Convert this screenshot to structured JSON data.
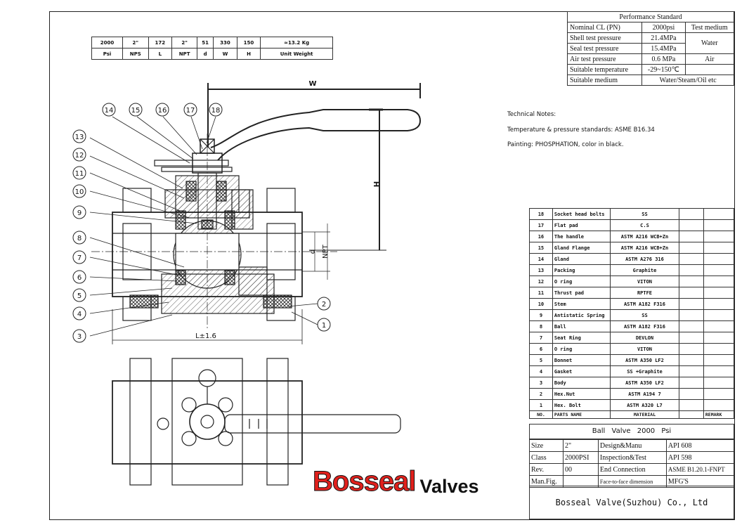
{
  "performance": {
    "title": "Performance Standard",
    "rows": [
      {
        "label": "Nominal CL (PN)",
        "value": "2000psi",
        "extra": "Test medium"
      },
      {
        "label": "Shell test pressure",
        "value": "21.4MPa",
        "extra": "Water"
      },
      {
        "label": "Seal test pressure",
        "value": "15.4MPa",
        "extra": ""
      },
      {
        "label": "Air test pressure",
        "value": "0.6   MPa",
        "extra": "Air"
      },
      {
        "label": "Suitable temperature",
        "value": "-29~150℃",
        "extra": ""
      },
      {
        "label": "Suitable medium",
        "value": "Water/Steam/Oil etc",
        "extra": ""
      }
    ]
  },
  "spec": {
    "values": [
      "2000",
      "2\"",
      "172",
      "2\"",
      "51",
      "330",
      "150",
      "≈13.2 Kg"
    ],
    "labels": [
      "Psi",
      "NPS",
      "L",
      "NPT",
      "d",
      "W",
      "H",
      "Unit Weight"
    ]
  },
  "notes": {
    "title": "Technical Notes:",
    "line1": "Temperature & pressure  standards: ASME B16.34",
    "line2": "Painting: PHOSPHATION, color in black."
  },
  "drawing": {
    "dim_w": "W",
    "dim_h": "H",
    "dim_d": "d",
    "dim_npt": "NPT",
    "dim_l": "L±1.6",
    "balloons": [
      "1",
      "2",
      "3",
      "4",
      "5",
      "6",
      "7",
      "8",
      "9",
      "10",
      "11",
      "12",
      "13",
      "14",
      "15",
      "16",
      "17",
      "18"
    ]
  },
  "bom": {
    "header": {
      "no": "NO.",
      "name": "PARTS NAME",
      "material": "MATERIAL",
      "remark": "REMARK"
    },
    "rows": [
      {
        "no": "18",
        "name": "Socket head bolts",
        "material": "SS"
      },
      {
        "no": "17",
        "name": "Flat pad",
        "material": "C.S"
      },
      {
        "no": "16",
        "name": "The handle",
        "material": "ASTM A216 WCB+Zn"
      },
      {
        "no": "15",
        "name": "Gland Flange",
        "material": "ASTM A216 WCB+Zn"
      },
      {
        "no": "14",
        "name": "Gland",
        "material": "ASTM A276 316"
      },
      {
        "no": "13",
        "name": "Packing",
        "material": "Graphite"
      },
      {
        "no": "12",
        "name": "O ring",
        "material": "VITON"
      },
      {
        "no": "11",
        "name": "Thrust pad",
        "material": "RPTFE"
      },
      {
        "no": "10",
        "name": "Stem",
        "material": "ASTM A182 F316"
      },
      {
        "no": "9",
        "name": "Antistatic Spring",
        "material": "SS"
      },
      {
        "no": "8",
        "name": "Ball",
        "material": "ASTM A182 F316"
      },
      {
        "no": "7",
        "name": "Seat Ring",
        "material": "DEVLON"
      },
      {
        "no": "6",
        "name": "O ring",
        "material": "VITON"
      },
      {
        "no": "5",
        "name": "Bonnet",
        "material": "ASTM A350 LF2"
      },
      {
        "no": "4",
        "name": "Gasket",
        "material": "SS +Graphite"
      },
      {
        "no": "3",
        "name": "Body",
        "material": "ASTM A350 LF2"
      },
      {
        "no": "2",
        "name": "Hex.Nut",
        "material": "ASTM A194 7"
      },
      {
        "no": "1",
        "name": "Hex. Bolt",
        "material": "ASTM A320 L7"
      }
    ]
  },
  "title_block": {
    "product": "Ball Valve  2000 Psi",
    "size_label": "Size",
    "size_value": "2\"",
    "class_label": "Class",
    "class_value": "2000PSI",
    "rev_label": "Rev.",
    "rev_value": "00",
    "manfig_label": "Man.Fig.",
    "manfig_value": "",
    "design_label": "Design&Manu",
    "design_value": "API 608",
    "inspection_label": "Inspection&Test",
    "inspection_value": "API 598",
    "end_label": "End Connection",
    "end_value": "ASME B1.20.1-FNPT",
    "f2f_label": "Face-to-face dimension",
    "f2f_value": "MFG'S",
    "company": "Bosseal Valve(Suzhou) Co., Ltd"
  },
  "logo": {
    "brand": "Bosseal",
    "suffix": "Valves"
  }
}
